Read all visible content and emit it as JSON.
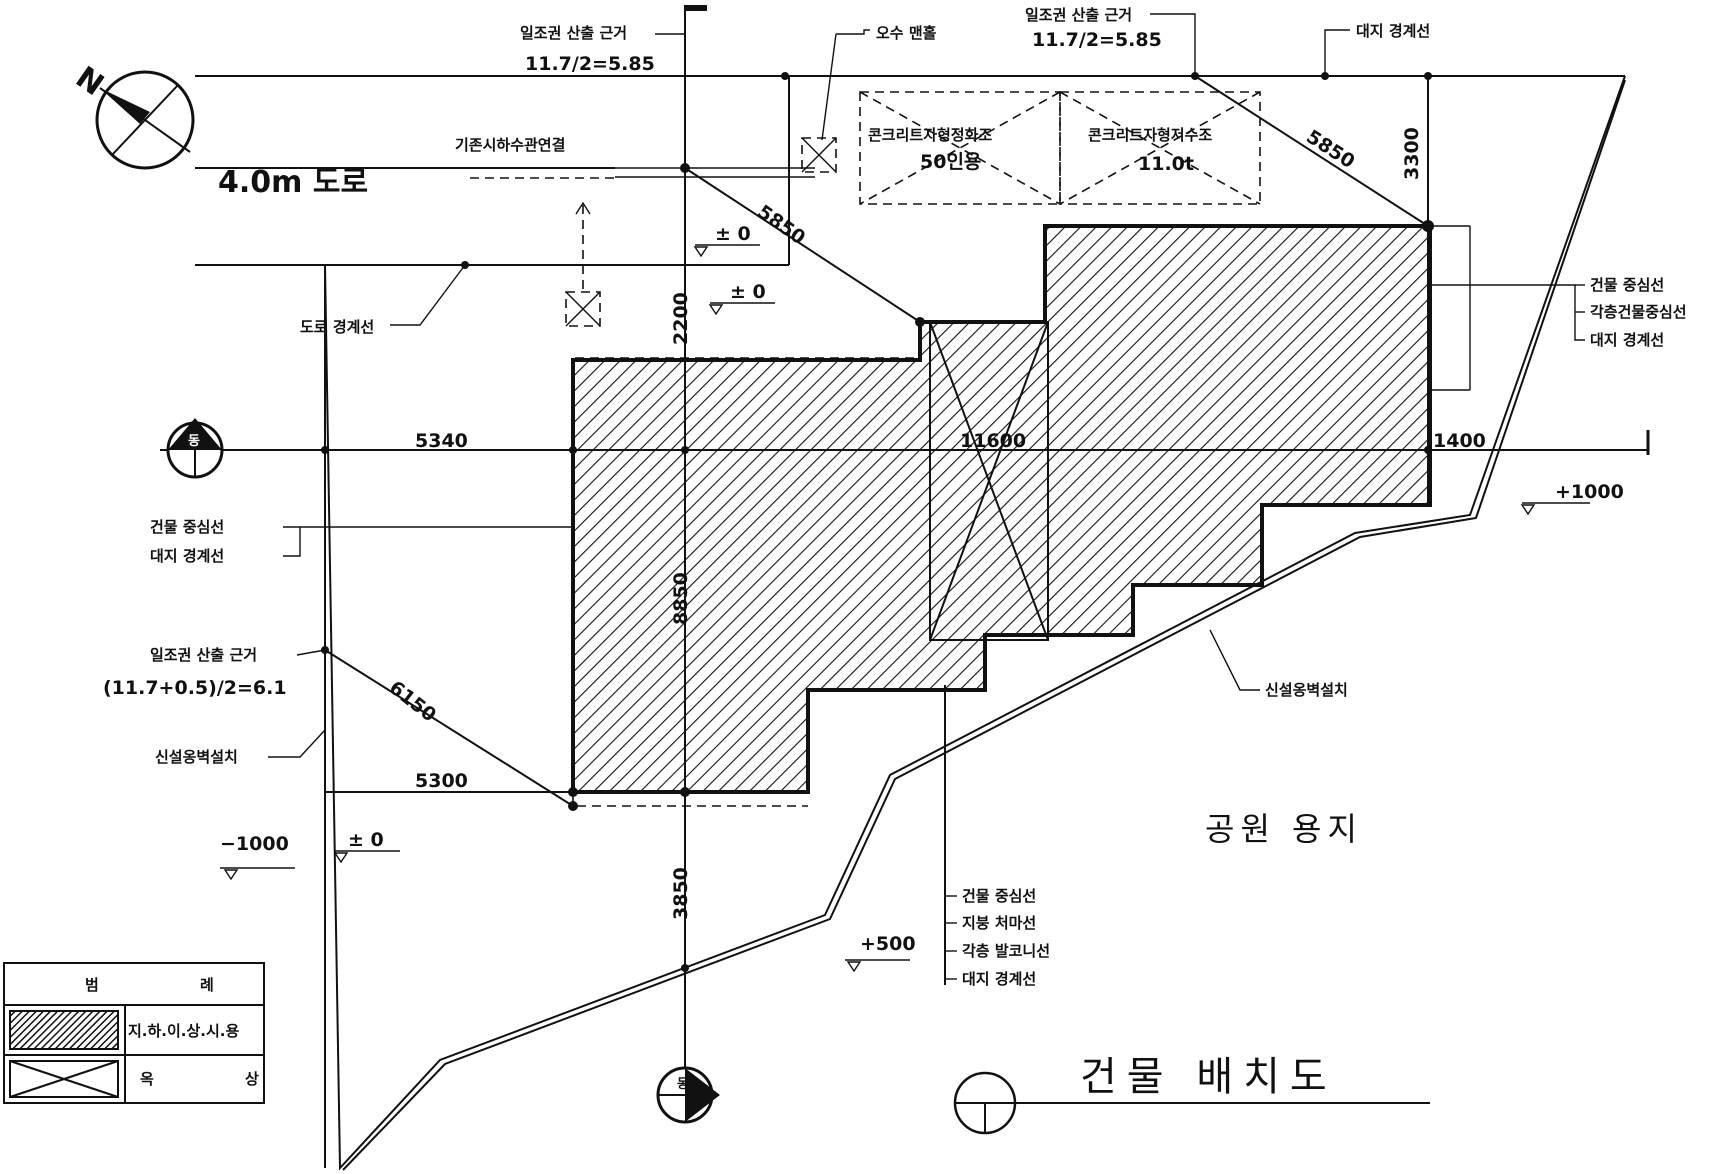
{
  "title": "건물 배치도",
  "road": {
    "label": "4.0m 도로",
    "boundary_label": "도로 경계선"
  },
  "sewer": {
    "label": "오수 맨홀",
    "connection_label": "기존시하수관연결"
  },
  "tanks": [
    {
      "name": "콘크리트자형정화조",
      "capacity": "50인용"
    },
    {
      "name": "콘크리트자형저수조",
      "capacity": "11.0t"
    }
  ],
  "sunlight_notes": [
    {
      "label": "일조권 산출 근거",
      "formula": "11.7/2=5.85"
    },
    {
      "label": "일조권 산출 근거",
      "formula": "11.7/2=5.85"
    },
    {
      "label": "일조권 산출 근거",
      "formula": "(11.7+0.5)/2=6.1"
    }
  ],
  "boundary_labels": {
    "site_top": "대지 경계선",
    "right": [
      "건물 중심선",
      "각층건물중심선",
      "대지 경계선"
    ],
    "left": [
      "건물 중심선",
      "대지 경계선"
    ],
    "bottom": [
      "건물 중심선",
      "지붕 처마선",
      "각층 발코니선",
      "대지 경계선"
    ]
  },
  "retaining_wall": "신설옹벽설치",
  "park_label": "공원 용지",
  "dimensions": {
    "d5850_a": "5850",
    "d5850_b": "5850",
    "d3300": "3300",
    "d2200": "2200",
    "d5340": "5340",
    "d11600": "11600",
    "d1400": "1400",
    "d3850": "3850",
    "d6150": "6150",
    "d5300": "5300",
    "d8850": "8850"
  },
  "levels": {
    "l0_a": "± 0",
    "l0_b": "± 0",
    "l0_c": "± 0",
    "lp1000": "+1000",
    "lm1000": "−1000",
    "lp500": "+500"
  },
  "section_marks": {
    "left": "동",
    "bottom": "동"
  },
  "legend": {
    "header": [
      "범",
      "례"
    ],
    "rows": [
      {
        "label": "지.하.이.상.시.용"
      },
      {
        "label": "옥",
        "label2": "상"
      }
    ]
  },
  "north_label": "N"
}
